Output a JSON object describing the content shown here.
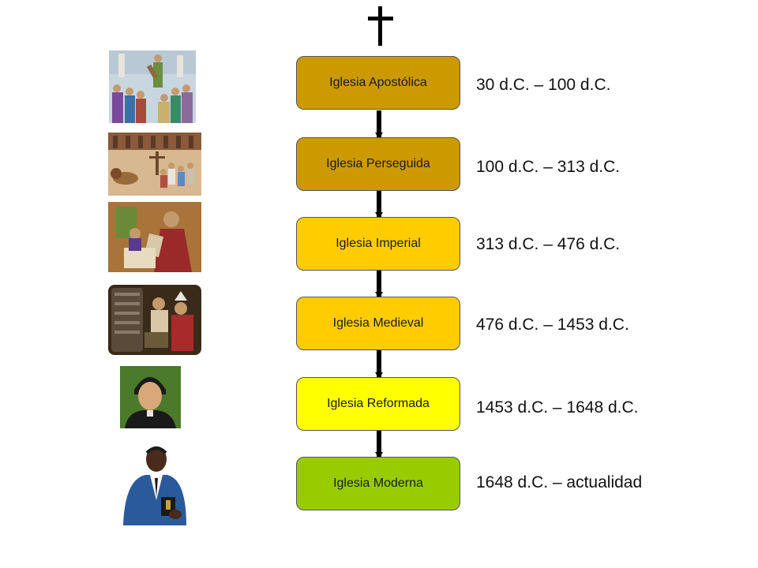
{
  "cross_symbol": "✝",
  "stages": [
    {
      "label": "Iglesia Apostólica",
      "date": "30 d.C. – 100 d.C.",
      "color": "#cc9900",
      "image": "apostles-preaching-crowd"
    },
    {
      "label": "Iglesia Perseguida",
      "date": "100 d.C. – 313 d.C.",
      "color": "#cc9900",
      "image": "christians-in-arena-with-lions"
    },
    {
      "label": "Iglesia Imperial",
      "date": "313 d.C. – 476 d.C.",
      "color": "#ffcc00",
      "image": "emperor-with-scroll"
    },
    {
      "label": "Iglesia Medieval",
      "date": "476 d.C. – 1453 d.C.",
      "color": "#ffcc00",
      "image": "medieval-clergy-scene"
    },
    {
      "label": "Iglesia Reformada",
      "date": "1453 d.C. – 1648 d.C.",
      "color": "#ffff00",
      "image": "reformer-portrait"
    },
    {
      "label": "Iglesia Moderna",
      "date": "1648 d.C. – actualidad",
      "color": "#99cc00",
      "image": "preacher-with-bible"
    }
  ]
}
